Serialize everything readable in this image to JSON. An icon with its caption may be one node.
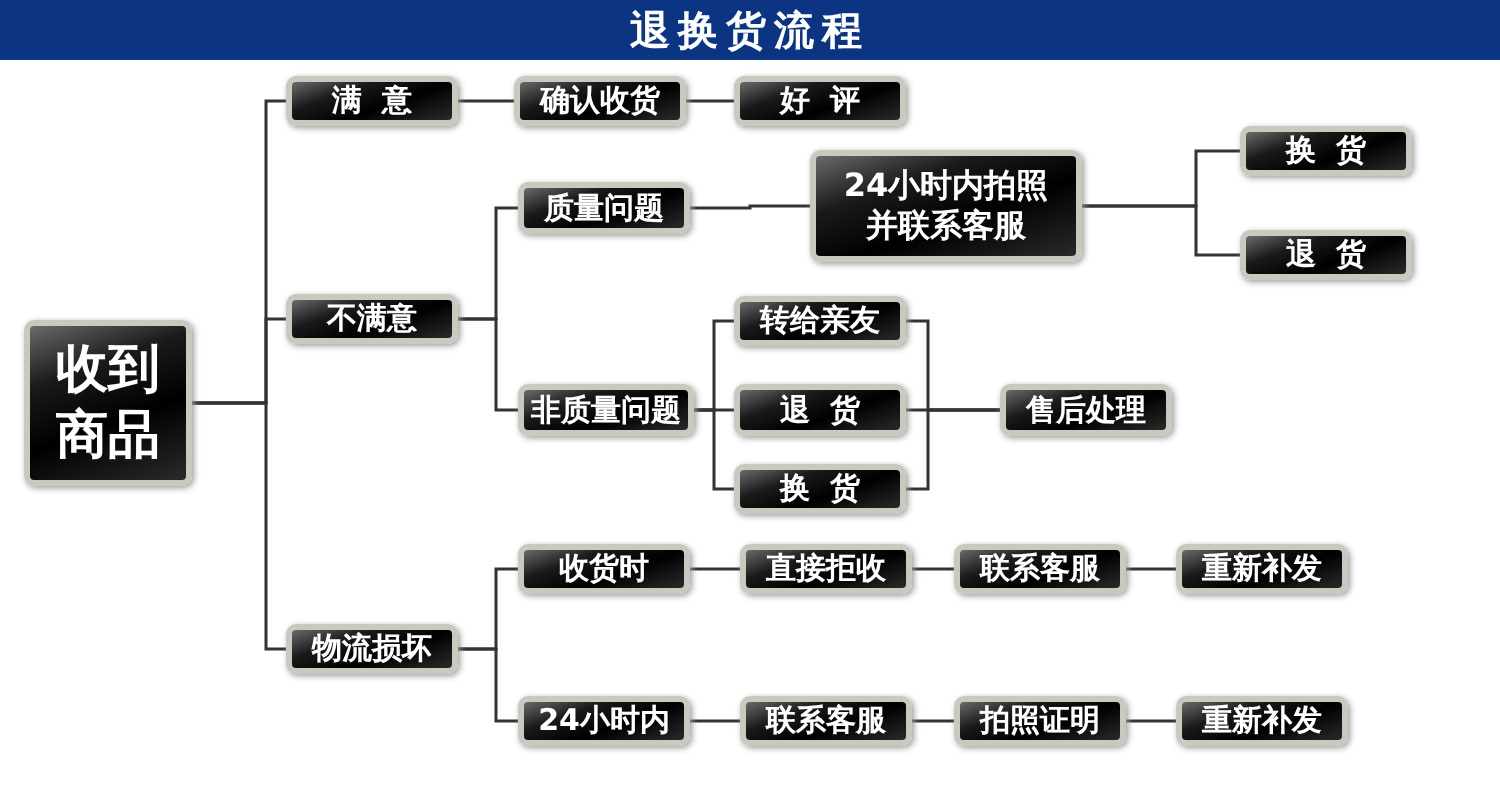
{
  "diagram": {
    "title": "退换货流程",
    "nodes": [
      {
        "text": [
          "收到商品"
        ]
      },
      {
        "text": [
          "满意"
        ]
      },
      {
        "text": [
          "确认收货"
        ]
      },
      {
        "text": [
          "好评"
        ]
      },
      {
        "text": [
          "不满意"
        ]
      },
      {
        "text": [
          "质量问题"
        ]
      },
      {
        "text": [
          "24小时内拍照并联系客服"
        ]
      },
      {
        "text": [
          "换货"
        ]
      },
      {
        "text": [
          "退货"
        ]
      },
      {
        "text": [
          "非质量问题"
        ]
      },
      {
        "text": [
          "转给亲友"
        ]
      },
      {
        "text": [
          "退货"
        ]
      },
      {
        "text": [
          "换货"
        ]
      },
      {
        "text": [
          "售后处理"
        ]
      },
      {
        "text": [
          "物流损坏"
        ]
      },
      {
        "text": [
          "收货时"
        ]
      },
      {
        "text": [
          "直接拒收"
        ]
      },
      {
        "text": [
          "联系客服"
        ]
      },
      {
        "text": [
          "重新补发"
        ]
      },
      {
        "text": [
          "24小时内"
        ]
      },
      {
        "text": [
          "联系客服"
        ]
      },
      {
        "text": [
          "拍照证明"
        ]
      },
      {
        "text": [
          "重新补发"
        ]
      }
    ],
    "edges": [
      {
        "from": 0,
        "to": 1,
        "arrow": "none"
      },
      {
        "from": 0,
        "to": 4,
        "arrow": "none"
      },
      {
        "from": 0,
        "to": 14,
        "arrow": "none"
      },
      {
        "from": 1,
        "to": 2,
        "arrow": "none"
      },
      {
        "from": 2,
        "to": 3,
        "arrow": "none"
      },
      {
        "from": 4,
        "to": 5,
        "arrow": "none"
      },
      {
        "from": 4,
        "to": 9,
        "arrow": "none"
      },
      {
        "from": 5,
        "to": 6,
        "arrow": "none"
      },
      {
        "from": 6,
        "to": 7,
        "arrow": "none"
      },
      {
        "from": 6,
        "to": 8,
        "arrow": "none"
      },
      {
        "from": 9,
        "to": 10,
        "arrow": "none"
      },
      {
        "from": 9,
        "to": 11,
        "arrow": "none"
      },
      {
        "from": 9,
        "to": 12,
        "arrow": "none"
      },
      {
        "from": 10,
        "to": 13,
        "arrow": "none"
      },
      {
        "from": 11,
        "to": 13,
        "arrow": "none"
      },
      {
        "from": 12,
        "to": 13,
        "arrow": "none"
      },
      {
        "from": 14,
        "to": 15,
        "arrow": "none"
      },
      {
        "from": 14,
        "to": 19,
        "arrow": "none"
      },
      {
        "from": 15,
        "to": 16,
        "arrow": "none"
      },
      {
        "from": 16,
        "to": 17,
        "arrow": "none"
      },
      {
        "from": 17,
        "to": 18,
        "arrow": "none"
      },
      {
        "from": 19,
        "to": 20,
        "arrow": "none"
      },
      {
        "from": 20,
        "to": 21,
        "arrow": "none"
      },
      {
        "from": 21,
        "to": 22,
        "arrow": "none"
      }
    ]
  }
}
